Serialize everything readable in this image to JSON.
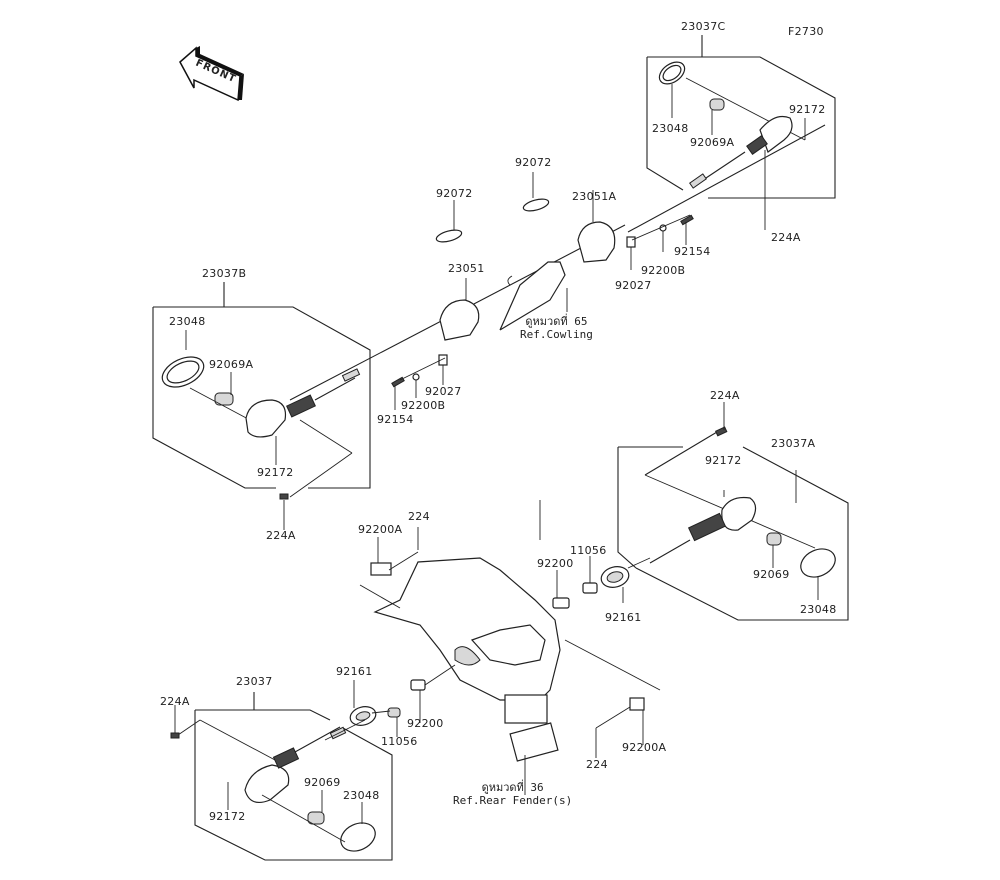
{
  "diagram": {
    "figure_code": "F2730",
    "front_arrow_label": "FRONT",
    "groups": {
      "front_right": {
        "assembly": "23037C",
        "lens": "23048",
        "bulb": "92069A",
        "screw": "92172",
        "bolt": "224A"
      },
      "front_left": {
        "assembly": "23037B",
        "lens": "23048",
        "bulb": "92069A",
        "screw": "92172",
        "bolt": "224A"
      },
      "rear_right": {
        "assembly": "23037A",
        "lens": "23048",
        "bulb": "92069",
        "screw": "92172",
        "bolt": "224A",
        "grommet": "92161"
      },
      "rear_left": {
        "assembly": "23037",
        "lens": "23048",
        "bulb": "92069",
        "screw": "92172",
        "bolt": "224A",
        "grommet": "92161"
      }
    },
    "bracket_parts": {
      "clamp_left": "92072",
      "clamp_right": "92072",
      "holder_left": "23051",
      "holder_right": "23051A",
      "bolt_left": "92154",
      "bolt_right": "92154",
      "washer_left": "92200B",
      "washer_right": "92200B",
      "collar_left": "92027",
      "collar_right": "92027"
    },
    "fender_parts": {
      "nut_left": "11056",
      "nut_right": "11056",
      "plate_left": "92200",
      "plate_right": "92200",
      "clip_top": "92200A",
      "clip_bottom": "92200A",
      "screw_top": "224",
      "screw_bottom": "224"
    },
    "references": {
      "cowling": {
        "line1": "ดูหมวดที่ 65",
        "line2": "Ref.Cowling"
      },
      "rear_fender": {
        "line1": "ดูหมวดที่ 36",
        "line2": "Ref.Rear Fender(s)"
      }
    }
  }
}
